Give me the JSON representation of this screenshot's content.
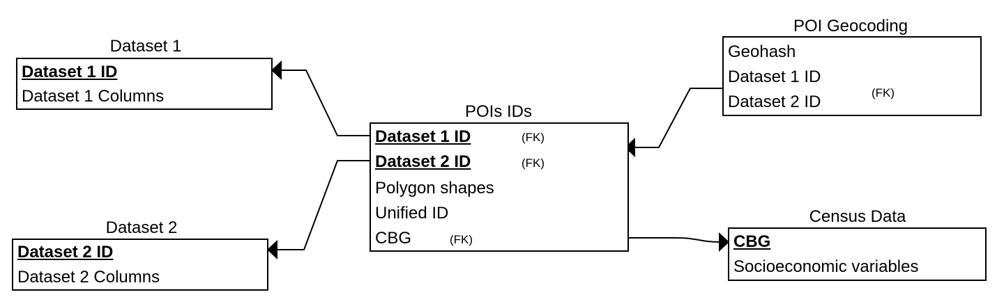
{
  "dataset1": {
    "title": "Dataset 1",
    "key": "Dataset 1 ID",
    "columns": "Dataset 1 Columns"
  },
  "dataset2": {
    "title": "Dataset 2",
    "key": "Dataset 2 ID",
    "columns": "Dataset 2 Columns"
  },
  "pois": {
    "title": "POIs IDs",
    "key1": "Dataset 1 ID",
    "key1_fk": "(FK)",
    "key2": "Dataset 2 ID",
    "key2_fk": "(FK)",
    "polygon": "Polygon shapes",
    "unified": "Unified ID",
    "cbg": "CBG",
    "cbg_fk": "(FK)"
  },
  "geocoding": {
    "title": "POI Geocoding",
    "geohash": "Geohash",
    "ds1": "Dataset 1 ID",
    "ds2": "Dataset 2 ID",
    "fk": "(FK)"
  },
  "census": {
    "title": "Census Data",
    "key": "CBG",
    "variables": "Socioeconomic variables"
  }
}
